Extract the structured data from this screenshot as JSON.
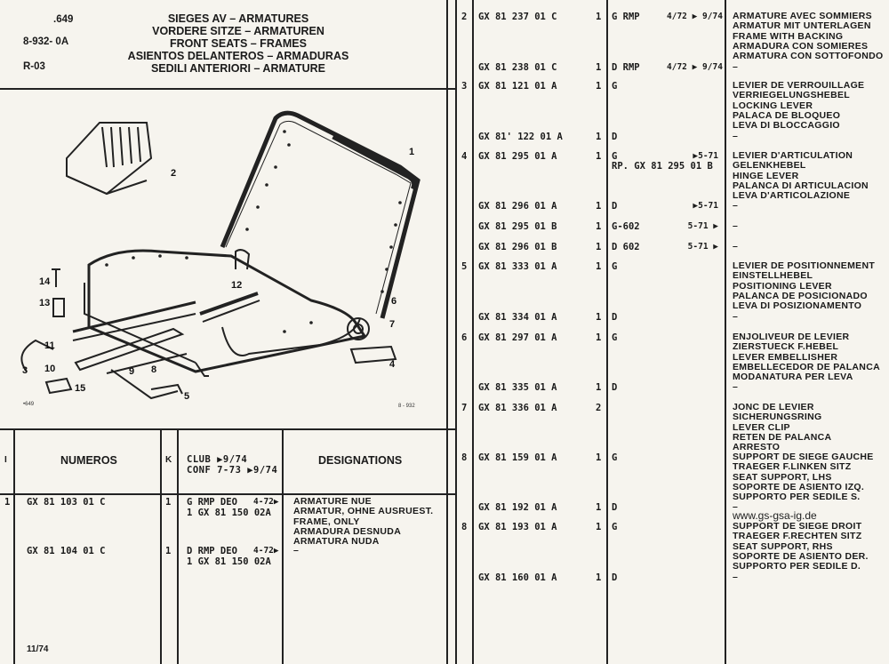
{
  "header": {
    "code_top": ".649",
    "code_mid": "8-932- 0A",
    "code_bottom": "R-03",
    "titles": [
      "SIEGES AV – ARMATURES",
      "VORDERE SITZE – ARMATUREN",
      "FRONT SEATS – FRAMES",
      "ASIENTOS DELANTEROS – ARMADURAS",
      "SEDILI ANTERIORI – ARMATURE"
    ]
  },
  "diagram": {
    "labels": [
      "1",
      "2",
      "3",
      "4",
      "5",
      "6",
      "7",
      "8",
      "9",
      "10",
      "11",
      "12",
      "13",
      "14",
      "15"
    ],
    "code_left": "•649",
    "code_right": "8 - 932"
  },
  "table_header": {
    "col_i": "I",
    "col_numeros": "NUMEROS",
    "col_k": "K",
    "col_club_1": "CLUB  ▶9/74",
    "col_club_2": "CONF  7-73 ▶9/74",
    "col_designations": "DESIGNATIONS"
  },
  "left_rows": [
    {
      "i": "1",
      "num": "GX  81  103   01  C",
      "k": "1",
      "club1": "G RMP DEO",
      "club_date": "4-72▶",
      "club2": "1  GX  81  150   02A",
      "desc": [
        "ARMATURE NUE",
        "ARMATUR, OHNE AUSRUEST.",
        "FRAME, ONLY",
        "ARMADURA DESNUDA",
        "ARMATURA NUDA"
      ]
    },
    {
      "i": "",
      "num": "GX  81  104   01  C",
      "k": "1",
      "club1": "D RMP DEO",
      "club_date": "4-72▶",
      "club2": "1 GX   81  150   02A",
      "desc": [
        "–"
      ]
    }
  ],
  "footer_date": "11/74",
  "right_rows": [
    {
      "i": "2",
      "num": "GX  81  237   01  C",
      "k": "1",
      "club": "G  RMP",
      "date": "4/72 ▶ 9/74",
      "desc": [
        "ARMATURE AVEC SOMMIERS",
        "ARMATUR MIT UNTERLAGEN",
        "FRAME WITH BACKING",
        "ARMADURA CON SOMIERES",
        "ARMATURA CON SOTTOFONDO"
      ]
    },
    {
      "i": "",
      "num": "GX  81  238   01  C",
      "k": "1",
      "club": "D  RMP",
      "date": "4/72 ▶ 9/74",
      "desc": [
        "–"
      ]
    },
    {
      "i": "3",
      "num": "GX  81  121   01  A",
      "k": "1",
      "club": "G",
      "date": "",
      "desc": [
        "LEVIER DE VERROUILLAGE",
        "VERRIEGELUNGSHEBEL",
        "LOCKING LEVER",
        "PALACA DE BLOQUEO",
        "LEVA DI BLOCCAGGIO"
      ]
    },
    {
      "i": "",
      "num": "GX  81' 122   01  A",
      "k": "1",
      "club": "D",
      "date": "",
      "desc": [
        "–"
      ]
    },
    {
      "i": "4",
      "num": "GX  81  295   01  A",
      "k": "1",
      "club": "G",
      "date": "▶5-71",
      "club_sub": "RP. GX  81 295 01 B",
      "desc": [
        "LEVIER D'ARTICULATION",
        "GELENKHEBEL",
        "HINGE LEVER",
        "PALANCA DI ARTICULACION",
        "LEVA D'ARTICOLAZIONE"
      ]
    },
    {
      "i": "",
      "num": "GX  81  296   01  A",
      "k": "1",
      "club": "D",
      "date": "▶5-71",
      "desc": [
        "–"
      ]
    },
    {
      "i": "",
      "num": "GX  81  295   01  B",
      "k": "1",
      "club": "G-602",
      "date": "5-71 ▶",
      "desc": [
        "–"
      ]
    },
    {
      "i": "",
      "num": "GX  81  296   01  B",
      "k": "1",
      "club": "D 602",
      "date": "5-71 ▶",
      "desc": [
        "–"
      ]
    },
    {
      "i": "5",
      "num": "GX  81  333   01  A",
      "k": "1",
      "club": "G",
      "date": "",
      "desc": [
        "LEVIER DE POSITIONNEMENT",
        "EINSTELLHEBEL",
        "POSITIONING LEVER",
        "PALANCA DE POSICIONADO",
        "LEVA DI POSIZIONAMENTO"
      ]
    },
    {
      "i": "",
      "num": "GX  81  334   01  A",
      "k": "1",
      "club": "D",
      "date": "",
      "desc": [
        "–"
      ]
    },
    {
      "i": "6",
      "num": "GX  81  297   01  A",
      "k": "1",
      "club": "G",
      "date": "",
      "desc": [
        "ENJOLIVEUR DE LEVIER",
        "ZIERSTUECK F.HEBEL",
        "LEVER EMBELLISHER",
        "EMBELLECEDOR DE PALANCA",
        "MODANATURA PER LEVA"
      ]
    },
    {
      "i": "",
      "num": "GX  81  335   01  A",
      "k": "1",
      "club": "D",
      "date": "",
      "desc": [
        "–"
      ]
    },
    {
      "i": "7",
      "num": "GX  81  336   01  A",
      "k": "2",
      "club": "",
      "date": "",
      "desc": [
        "JONC DE LEVIER",
        "SICHERUNGSRING",
        "LEVER CLIP",
        "RETEN DE PALANCA",
        "ARRESTO"
      ]
    },
    {
      "i": "8",
      "num": "GX  81  159   01  A",
      "k": "1",
      "club": "G",
      "date": "",
      "desc": [
        "SUPPORT DE SIEGE GAUCHE",
        "TRAEGER F.LINKEN SITZ",
        "SEAT SUPPORT, LHS",
        "SOPORTE DE ASIENTO IZQ.",
        "SUPPORTO PER SEDILE S."
      ]
    },
    {
      "i": "",
      "num": "GX  81  192   01  A",
      "k": "1",
      "club": "D",
      "date": "",
      "desc": [
        "–"
      ]
    },
    {
      "i": "8",
      "num": "GX  81  193   01  A",
      "k": "1",
      "club": "G",
      "date": "",
      "desc": [
        "SUPPORT DE SIEGE DROIT",
        "TRAEGER F.RECHTEN SITZ",
        "SEAT SUPPORT, RHS",
        "SOPORTE DE ASIENTO DER.",
        "SUPPORTO PER SEDILE D."
      ]
    },
    {
      "i": "",
      "num": "GX  81  160   01  A",
      "k": "1",
      "club": "D",
      "date": "",
      "desc": [
        "–"
      ]
    }
  ],
  "watermark": "www.gs-gsa-ig.de"
}
